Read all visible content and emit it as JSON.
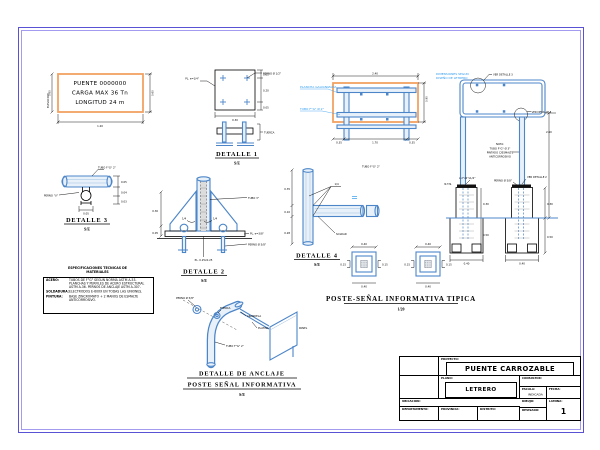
{
  "colors": {
    "frame_outer": "#5a52d5",
    "frame_inner": "#a39bf0",
    "steel_blue": "#4d86c8",
    "annotation_blue": "#2e9bf0",
    "orange": "#f2a263",
    "ink": "#000000"
  },
  "plate": {
    "t1": "PUENTE 0000000",
    "t2": "CARGA MAX 36 Tn",
    "t3": "LONGITUD 24 m",
    "side": "ELEVACION",
    "diml": "0.60",
    "dimr": "0.60",
    "dimb": "1.20"
  },
  "d1": {
    "title": "DETALLE 1",
    "scale": "S/E",
    "c1": "PERNO Ø 1/2\"",
    "c2": "PL. e=1/4\"",
    "r1": "0.05",
    "r2": "0.20",
    "r3": "0.05",
    "b": "0.30",
    "side": "TUERCA"
  },
  "front": {
    "dtop": "2.40",
    "dright": "0.90",
    "b1": "0.35",
    "b2": "1.70",
    "b3": "0.35",
    "n1": "PLANCHA GALVANIZADA",
    "n2": "TUBO F°G° Ø 2\""
  },
  "rear": {
    "n1": "DIMENSIONES SEGUN",
    "n2": "DISEÑO DE LETRERO",
    "cd3": "VER DETALLE 3",
    "cd4": "VER DETALLE 4",
    "nota1": "NOTA:",
    "nota2": "TUBO F°G° Ø 3\"",
    "nota3": "PINTADO C/ESMALTE",
    "nota4": "ANTICORROSIVO",
    "ca": "L 2\"x2\"x1/4\"",
    "cp": "PERNO Ø 5/8\"",
    "cd2": "VER DETALLE 2",
    "h": "2.60",
    "ntn": "N.T.N.",
    "m1": "0.30",
    "m2": "0.50",
    "f1": "0.30",
    "f2": "0.50",
    "fb1": "0.40",
    "fb2": "0.40"
  },
  "d3": {
    "title": "DETALLE 3",
    "scale": "S/E",
    "ct": "TUBO F°G° 2\"",
    "cc": "PERNO \"U\"",
    "r1": "0.05",
    "r2": "0.04",
    "r3": "0.03",
    "b": "0.05"
  },
  "d2": {
    "title": "DETALLE 2",
    "scale": "S/E",
    "ct": "TUBO 3\"",
    "w1": "1/4",
    "w2": "1/4",
    "cpl": "PL. e=3/8\"",
    "cb": "PERNO Ø 5/8\"",
    "cbase": "PL. 0.25x0.25",
    "l1": "0.30",
    "l2": "0.05"
  },
  "d4": {
    "title": "DETALLE 4",
    "scale": "S/E",
    "w": "1/4",
    "ct": "TUBO F°G° 2\"",
    "cs": "SOLDAR",
    "l1": "0.35",
    "l2": "0.10",
    "l3": "0.28"
  },
  "plan": {
    "d": "0.40",
    "s": "0.15"
  },
  "poste": {
    "title": "POSTE-SEÑAL INFORMATIVA TIPICA",
    "scale": "1/20"
  },
  "notes": {
    "h1": "ESPECIFICACIONES TECNICAS DE",
    "h2": "MATERIALES",
    "rows": [
      {
        "label": "ACERO:",
        "text": "TUBOS DE F°G° SEGUN NORMA ASTM A-53. PLANCHAS Y PERFILES DE ACERO ESTRUCTURAL ASTM A-36. PERNOS DE ANCLAJE ASTM A-307."
      },
      {
        "label": "SOLDADURA:",
        "text": "ELECTRODOS E-60XX EN TODAS LAS UNIONES."
      },
      {
        "label": "PINTURA:",
        "text": "BASE ZINCROMATO + 2 MANOS DE ESMALTE ANTICORROSIVO."
      }
    ]
  },
  "anc": {
    "t1": "DETALLE DE ANCLAJE",
    "t2": "POSTE SEÑAL INFORMATIVA",
    "scale": "S/E",
    "c1": "PERNO Ø 5/8\"",
    "c2": "TUERCA",
    "c3": "ARANDELA",
    "c4": "PLATINA",
    "c5": "TUBO F°G° 2\"",
    "c6": "PANEL"
  },
  "tb": {
    "proyecto_label": "PROYECTO:",
    "proyecto": "PUENTE CARROZABLE",
    "plano_label": "PLANO:",
    "plano": "LETRERO",
    "consultor_label": "CONSULTOR:",
    "escala_label": "ESCALA:",
    "escala": "INDICADA",
    "fecha_label": "FECHA:",
    "dibujo_label": "DIBUJO:",
    "revisado_label": "REVISADO:",
    "lamina_label": "LAMINA:",
    "lamina": "1",
    "ubicacion_label": "UBICACION:",
    "departamento_label": "DEPARTAMENTO:",
    "provincia_label": "PROVINCIA:",
    "distrito_label": "DISTRITO:"
  }
}
